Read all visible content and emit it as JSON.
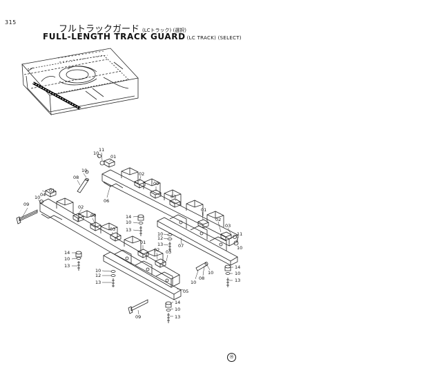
{
  "header": {
    "page_number": "315",
    "title_jp": "フルトラックガード",
    "title_jp_sub": "(LCトラック) (選択)",
    "title_en": "FULL-LENGTH TRACK GUARD",
    "title_en_sub": "(LC TRACK) (SELECT)"
  },
  "callouts": {
    "c00": "00",
    "c01": "01",
    "c02": "02",
    "c03": "03",
    "c04": "04",
    "c05": "05",
    "c06": "06",
    "c07": "07",
    "c08": "08",
    "c09": "09",
    "c10": "10",
    "c11": "11",
    "c12": "12",
    "c13": "13",
    "c14": "14"
  },
  "footer": {
    "page_mark": "⑲"
  }
}
